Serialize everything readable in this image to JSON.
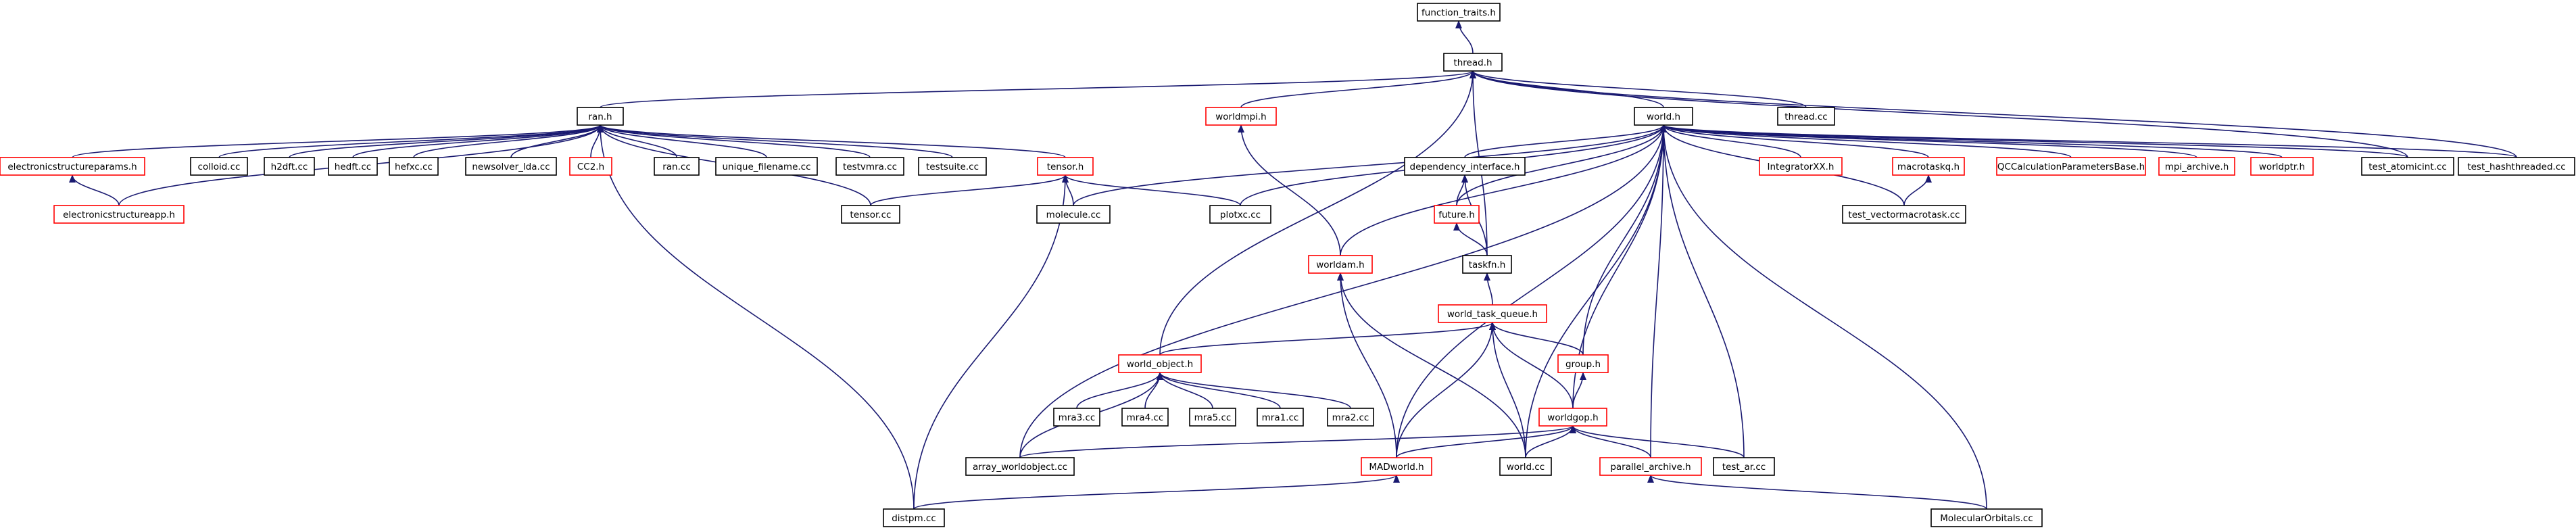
{
  "colors": {
    "edge": "#191970",
    "border_default": "#000000",
    "border_incomplete": "#ff0000",
    "fill_root": "#bfbfbf",
    "fill_default": "#ffffff"
  },
  "graph": {
    "title": "",
    "nodes": [
      {
        "id": "function_traits",
        "label": "function_traits.h",
        "kind": "root"
      },
      {
        "id": "thread_h",
        "label": "thread.h",
        "kind": "normal"
      },
      {
        "id": "ran_h",
        "label": "ran.h",
        "kind": "normal"
      },
      {
        "id": "worldmpi_h",
        "label": "worldmpi.h",
        "kind": "incomplete"
      },
      {
        "id": "world_h",
        "label": "world.h",
        "kind": "normal"
      },
      {
        "id": "thread_cc",
        "label": "thread.cc",
        "kind": "normal"
      },
      {
        "id": "ecsp_h",
        "label": "electronicstructureparams.h",
        "kind": "incomplete"
      },
      {
        "id": "colloid_cc",
        "label": "colloid.cc",
        "kind": "normal"
      },
      {
        "id": "h2dft_cc",
        "label": "h2dft.cc",
        "kind": "normal"
      },
      {
        "id": "hedft_cc",
        "label": "hedft.cc",
        "kind": "normal"
      },
      {
        "id": "hefxc_cc",
        "label": "hefxc.cc",
        "kind": "normal"
      },
      {
        "id": "newsolver_cc",
        "label": "newsolver_lda.cc",
        "kind": "normal"
      },
      {
        "id": "cc2_h",
        "label": "CC2.h",
        "kind": "incomplete"
      },
      {
        "id": "ran_cc",
        "label": "ran.cc",
        "kind": "normal"
      },
      {
        "id": "unique_cc",
        "label": "unique_filename.cc",
        "kind": "normal"
      },
      {
        "id": "testvmra_cc",
        "label": "testvmra.cc",
        "kind": "normal"
      },
      {
        "id": "testsuite_cc",
        "label": "testsuite.cc",
        "kind": "normal"
      },
      {
        "id": "tensor_h",
        "label": "tensor.h",
        "kind": "incomplete"
      },
      {
        "id": "ecsa_h",
        "label": "electronicstructureapp.h",
        "kind": "incomplete"
      },
      {
        "id": "tensor_cc",
        "label": "tensor.cc",
        "kind": "normal"
      },
      {
        "id": "molecule_cc",
        "label": "molecule.cc",
        "kind": "normal"
      },
      {
        "id": "plotxc_cc",
        "label": "plotxc.cc",
        "kind": "normal"
      },
      {
        "id": "depint_h",
        "label": "dependency_interface.h",
        "kind": "normal"
      },
      {
        "id": "integratorxx_h",
        "label": "IntegratorXX.h",
        "kind": "incomplete"
      },
      {
        "id": "macrotaskq_h",
        "label": "macrotaskq.h",
        "kind": "incomplete"
      },
      {
        "id": "qccalc_h",
        "label": "QCCalculationParametersBase.h",
        "kind": "incomplete"
      },
      {
        "id": "mpiarch_h",
        "label": "mpi_archive.h",
        "kind": "incomplete"
      },
      {
        "id": "worldptr_h",
        "label": "worldptr.h",
        "kind": "incomplete"
      },
      {
        "id": "test_atomicint",
        "label": "test_atomicint.cc",
        "kind": "normal"
      },
      {
        "id": "test_hashthr",
        "label": "test_hashthreaded.cc",
        "kind": "normal"
      },
      {
        "id": "future_h",
        "label": "future.h",
        "kind": "incomplete"
      },
      {
        "id": "test_vmt",
        "label": "test_vectormacrotask.cc",
        "kind": "normal"
      },
      {
        "id": "worldam_h",
        "label": "worldam.h",
        "kind": "incomplete"
      },
      {
        "id": "taskfn_h",
        "label": "taskfn.h",
        "kind": "normal"
      },
      {
        "id": "wtq_h",
        "label": "world_task_queue.h",
        "kind": "incomplete"
      },
      {
        "id": "world_object_h",
        "label": "world_object.h",
        "kind": "incomplete"
      },
      {
        "id": "group_h",
        "label": "group.h",
        "kind": "incomplete"
      },
      {
        "id": "mra3_cc",
        "label": "mra3.cc",
        "kind": "normal"
      },
      {
        "id": "mra4_cc",
        "label": "mra4.cc",
        "kind": "normal"
      },
      {
        "id": "mra5_cc",
        "label": "mra5.cc",
        "kind": "normal"
      },
      {
        "id": "mra1_cc",
        "label": "mra1.cc",
        "kind": "normal"
      },
      {
        "id": "mra2_cc",
        "label": "mra2.cc",
        "kind": "normal"
      },
      {
        "id": "worldgop_h",
        "label": "worldgop.h",
        "kind": "incomplete"
      },
      {
        "id": "array_wo_cc",
        "label": "array_worldobject.cc",
        "kind": "normal"
      },
      {
        "id": "madworld_h",
        "label": "MADworld.h",
        "kind": "incomplete"
      },
      {
        "id": "world_cc",
        "label": "world.cc",
        "kind": "normal"
      },
      {
        "id": "par_arch_h",
        "label": "parallel_archive.h",
        "kind": "incomplete"
      },
      {
        "id": "test_ar_cc",
        "label": "test_ar.cc",
        "kind": "normal"
      },
      {
        "id": "distpm_cc",
        "label": "distpm.cc",
        "kind": "normal"
      },
      {
        "id": "molorb_cc",
        "label": "MolecularOrbitals.cc",
        "kind": "normal"
      }
    ],
    "edges": [
      [
        "thread_h",
        "function_traits"
      ],
      [
        "ran_h",
        "thread_h"
      ],
      [
        "worldmpi_h",
        "thread_h"
      ],
      [
        "world_h",
        "thread_h"
      ],
      [
        "thread_cc",
        "thread_h"
      ],
      [
        "test_atomicint",
        "thread_h"
      ],
      [
        "test_hashthr",
        "thread_h"
      ],
      [
        "world_object_h",
        "thread_h"
      ],
      [
        "taskfn_h",
        "thread_h"
      ],
      [
        "ecsp_h",
        "ran_h"
      ],
      [
        "colloid_cc",
        "ran_h"
      ],
      [
        "h2dft_cc",
        "ran_h"
      ],
      [
        "hedft_cc",
        "ran_h"
      ],
      [
        "hefxc_cc",
        "ran_h"
      ],
      [
        "newsolver_cc",
        "ran_h"
      ],
      [
        "cc2_h",
        "ran_h"
      ],
      [
        "ran_cc",
        "ran_h"
      ],
      [
        "unique_cc",
        "ran_h"
      ],
      [
        "testvmra_cc",
        "ran_h"
      ],
      [
        "testsuite_cc",
        "ran_h"
      ],
      [
        "tensor_h",
        "ran_h"
      ],
      [
        "ecsa_h",
        "ran_h"
      ],
      [
        "tensor_cc",
        "ran_h"
      ],
      [
        "distpm_cc",
        "ran_h"
      ],
      [
        "ecsa_h",
        "ecsp_h"
      ],
      [
        "tensor_cc",
        "tensor_h"
      ],
      [
        "molecule_cc",
        "tensor_h"
      ],
      [
        "plotxc_cc",
        "tensor_h"
      ],
      [
        "distpm_cc",
        "tensor_h"
      ],
      [
        "worldam_h",
        "worldmpi_h"
      ],
      [
        "depint_h",
        "world_h"
      ],
      [
        "integratorxx_h",
        "world_h"
      ],
      [
        "macrotaskq_h",
        "world_h"
      ],
      [
        "qccalc_h",
        "world_h"
      ],
      [
        "mpiarch_h",
        "world_h"
      ],
      [
        "worldptr_h",
        "world_h"
      ],
      [
        "test_atomicint",
        "world_h"
      ],
      [
        "test_hashthr",
        "world_h"
      ],
      [
        "molecule_cc",
        "world_h"
      ],
      [
        "plotxc_cc",
        "world_h"
      ],
      [
        "future_h",
        "world_h"
      ],
      [
        "test_vmt",
        "world_h"
      ],
      [
        "worldam_h",
        "world_h"
      ],
      [
        "madworld_h",
        "world_h"
      ],
      [
        "array_wo_cc",
        "world_h"
      ],
      [
        "group_h",
        "world_h"
      ],
      [
        "worldgop_h",
        "world_h"
      ],
      [
        "world_cc",
        "world_h"
      ],
      [
        "par_arch_h",
        "world_h"
      ],
      [
        "test_ar_cc",
        "world_h"
      ],
      [
        "molorb_cc",
        "world_h"
      ],
      [
        "future_h",
        "depint_h"
      ],
      [
        "taskfn_h",
        "depint_h"
      ],
      [
        "taskfn_h",
        "future_h"
      ],
      [
        "test_vmt",
        "macrotaskq_h"
      ],
      [
        "madworld_h",
        "worldam_h"
      ],
      [
        "world_cc",
        "worldam_h"
      ],
      [
        "wtq_h",
        "taskfn_h"
      ],
      [
        "world_object_h",
        "wtq_h"
      ],
      [
        "group_h",
        "wtq_h"
      ],
      [
        "worldgop_h",
        "wtq_h"
      ],
      [
        "madworld_h",
        "wtq_h"
      ],
      [
        "world_cc",
        "wtq_h"
      ],
      [
        "mra3_cc",
        "world_object_h"
      ],
      [
        "mra4_cc",
        "world_object_h"
      ],
      [
        "mra5_cc",
        "world_object_h"
      ],
      [
        "mra1_cc",
        "world_object_h"
      ],
      [
        "mra2_cc",
        "world_object_h"
      ],
      [
        "array_wo_cc",
        "world_object_h"
      ],
      [
        "worldgop_h",
        "group_h"
      ],
      [
        "array_wo_cc",
        "worldgop_h"
      ],
      [
        "madworld_h",
        "worldgop_h"
      ],
      [
        "world_cc",
        "worldgop_h"
      ],
      [
        "par_arch_h",
        "worldgop_h"
      ],
      [
        "test_ar_cc",
        "worldgop_h"
      ],
      [
        "distpm_cc",
        "madworld_h"
      ],
      [
        "molorb_cc",
        "par_arch_h"
      ]
    ]
  }
}
